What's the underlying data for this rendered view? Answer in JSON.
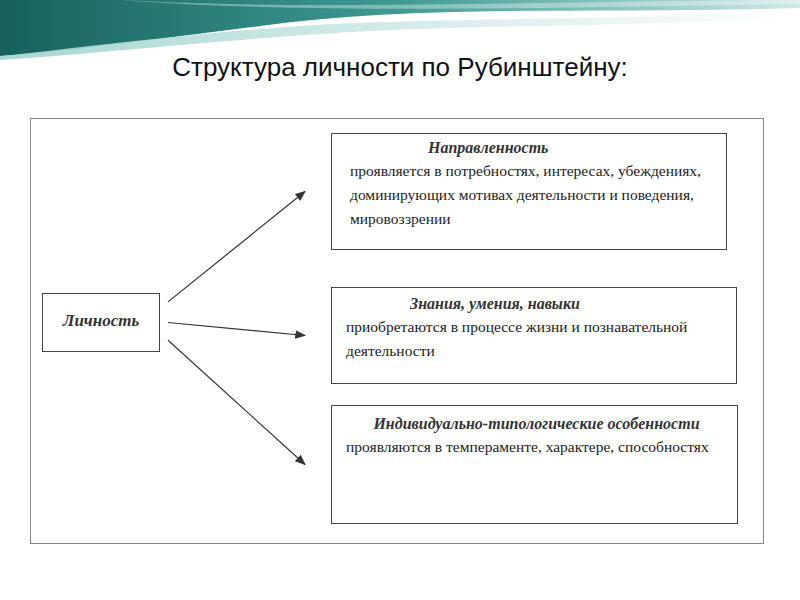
{
  "diagram": {
    "title": "Структура личности по Рубинштейну:",
    "nodes": [
      {
        "text": [
          "Личность"
        ]
      },
      {
        "text": [
          "Направленность",
          "проявляется в потребностях, интересах, убеждениях, доминирующих мотивах деятельности и поведения, мировоззрении"
        ]
      },
      {
        "text": [
          "Знания, умения, навыки",
          "приобретаются в процессе жизни и познавательной деятельности"
        ]
      },
      {
        "text": [
          "Индивидуально-типологические особенности",
          "проявляются в темпераменте, характере, способностях"
        ]
      }
    ],
    "edges": [
      {
        "from": 0,
        "to": 1,
        "arrow": "to"
      },
      {
        "from": 0,
        "to": 2,
        "arrow": "to"
      },
      {
        "from": 0,
        "to": 3,
        "arrow": "to"
      }
    ]
  }
}
